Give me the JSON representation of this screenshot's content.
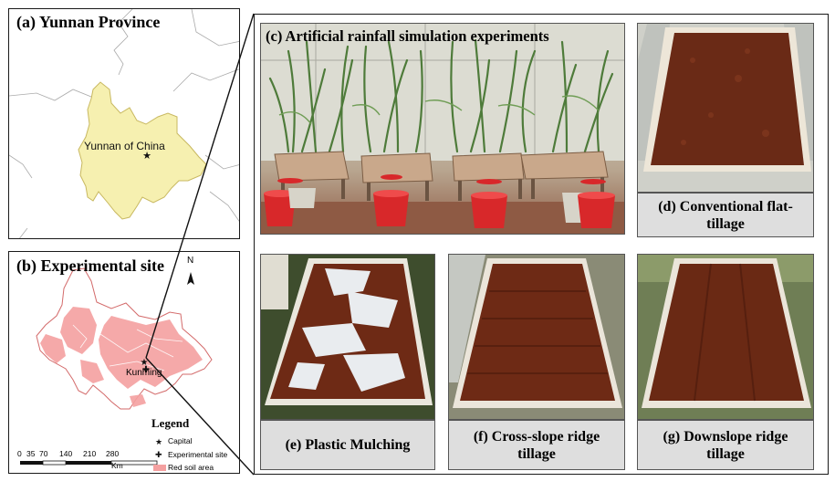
{
  "panels": {
    "a": {
      "title": "(a) Yunnan Province",
      "label": "Yunnan of China"
    },
    "b": {
      "title": "(b) Experimental site",
      "city": "Kunming",
      "north": "N",
      "legend": {
        "title": "Legend",
        "items": [
          "Capital",
          "Experimental site",
          "Red soil area"
        ]
      },
      "scale": {
        "ticks": [
          "0",
          "35",
          "70",
          "140",
          "210",
          "280"
        ],
        "unit": "Km"
      }
    },
    "c": {
      "title": "(c) Artificial rainfall simulation experiments"
    },
    "d": {
      "caption": "(d) Conventional flat-tillage"
    },
    "e": {
      "caption": "(e) Plastic Mulching"
    },
    "f": {
      "caption": "(f) Cross-slope ridge tillage"
    },
    "g": {
      "caption": "(g) Downslope ridge tillage"
    }
  },
  "colors": {
    "yunnan_fill": "#f6f0b0",
    "red_soil": "#f4a0a0",
    "soil": "#6e2a15",
    "bucket": "#d8282a",
    "caption_bg": "#dedede"
  },
  "icons": [
    "star-icon",
    "plus-icon",
    "north-arrow-icon"
  ]
}
